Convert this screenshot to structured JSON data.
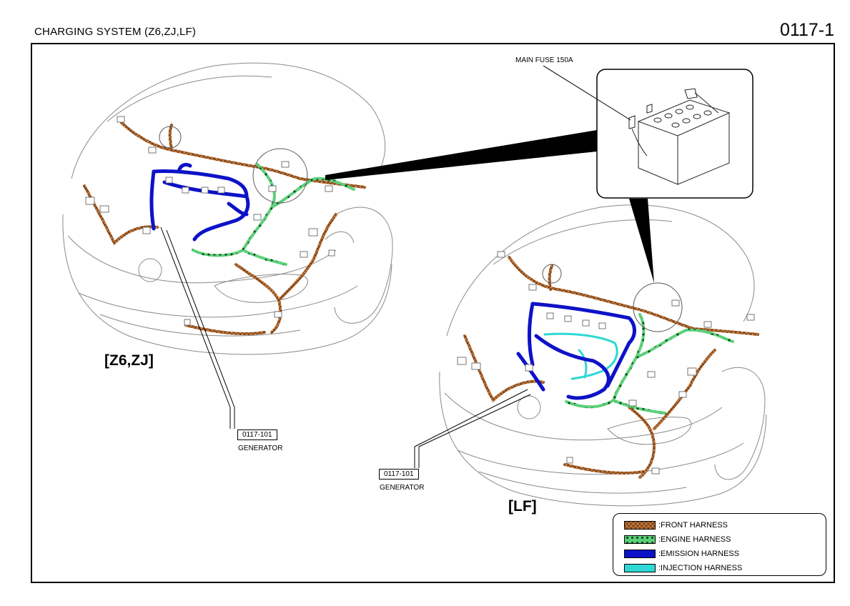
{
  "header": {
    "title": "CHARGING SYSTEM (Z6,ZJ,LF)",
    "page_number": "0117-1"
  },
  "variants": {
    "left": "[Z6,ZJ]",
    "right": "[LF]"
  },
  "callouts": [
    {
      "code": "0117-101",
      "label": "GENERATOR"
    },
    {
      "code": "0117-101",
      "label": "GENERATOR"
    }
  ],
  "detail": {
    "label": "MAIN FUSE 150A"
  },
  "legend": [
    {
      "text": ":FRONT HARNESS",
      "color": "#c87a3c",
      "pattern": "crosshatch"
    },
    {
      "text": ":ENGINE HARNESS",
      "color": "#5dd17a",
      "pattern": "dotted"
    },
    {
      "text": ":EMISSION HARNESS",
      "color": "#0d12c8",
      "pattern": "solid"
    },
    {
      "text": ":INJECTION HARNESS",
      "color": "#2ed8d4",
      "pattern": "solid"
    }
  ],
  "colors": {
    "front": "#c87a3c",
    "engine": "#5dd17a",
    "emission": "#0d12c8",
    "injection": "#2ed8d4",
    "outline": "#8a8a8a"
  }
}
